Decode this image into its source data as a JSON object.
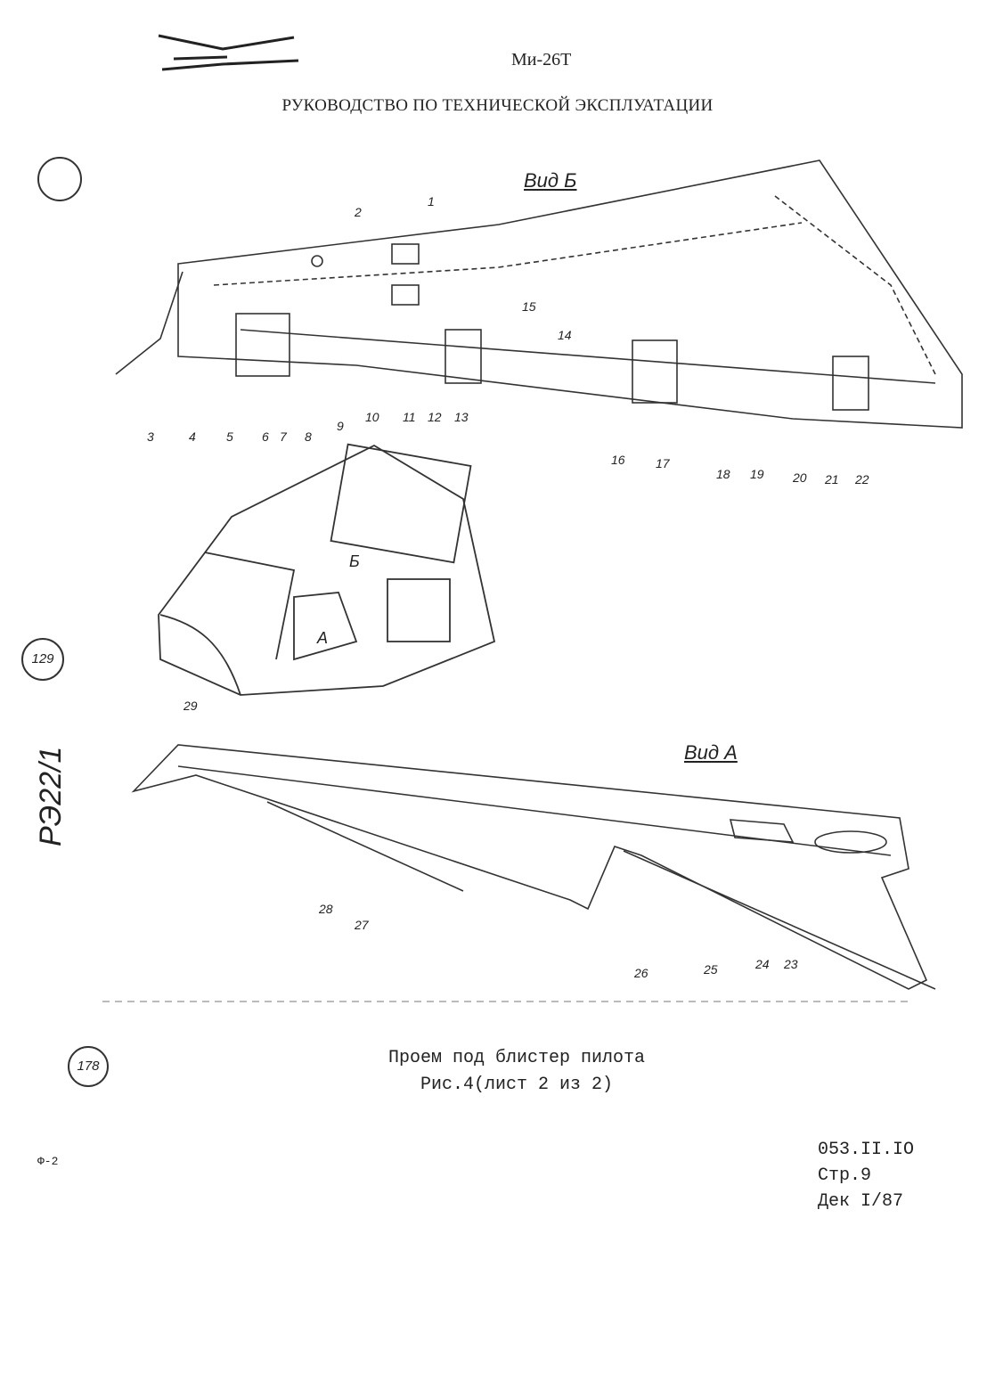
{
  "header": {
    "model": "Ми-26Т",
    "title": "РУКОВОДСТВО ПО ТЕХНИЧЕСКОЙ ЭКСПЛУАТАЦИИ"
  },
  "views": {
    "view_b_label": "Вид Б",
    "view_a_label": "Вид А",
    "marker_a": "А",
    "marker_b": "Б"
  },
  "callouts": {
    "view_b": [
      "1",
      "2",
      "3",
      "4",
      "5",
      "6",
      "7",
      "8",
      "9",
      "10",
      "11",
      "12",
      "13",
      "14",
      "15",
      "16",
      "17",
      "18",
      "19",
      "20",
      "21",
      "22"
    ],
    "view_a": [
      "23",
      "24",
      "25",
      "26",
      "27",
      "28"
    ],
    "overview": [
      "29"
    ]
  },
  "caption": {
    "line1": "Проем под блистер пилота",
    "line2": "Рис.4(лист 2 из 2)"
  },
  "doc_info": {
    "code": "053.II.IO",
    "page": "Стр.9",
    "date": "Дек I/87"
  },
  "margin_marks": {
    "form": "Ф-2",
    "side_note": "РЭ22/1",
    "stamp_mid": "129",
    "stamp_bot": "178"
  }
}
